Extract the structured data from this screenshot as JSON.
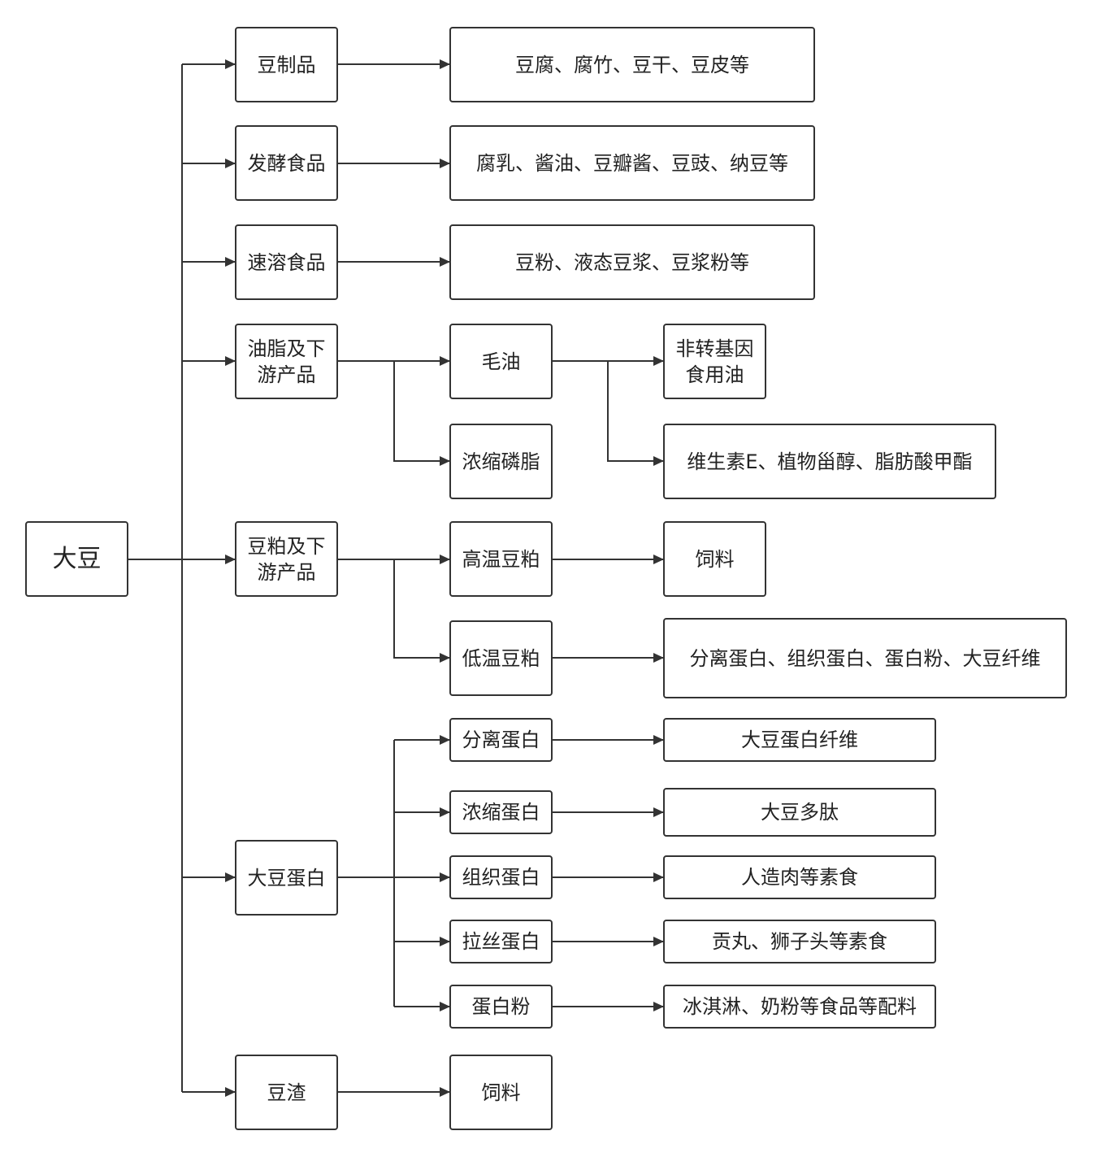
{
  "root": {
    "label": "大豆"
  },
  "categories": {
    "soy_products": "豆制品",
    "fermented": "发酵食品",
    "instant": "速溶食品",
    "oil": "油脂及下\n游产品",
    "meal": "豆粕及下\n游产品",
    "protein": "大豆蛋白",
    "okara": "豆渣"
  },
  "products": {
    "soy_products_items": "豆腐、腐竹、豆干、豆皮等",
    "fermented_items": "腐乳、酱油、豆瓣酱、豆豉、纳豆等",
    "instant_items": "豆粉、液态豆浆、豆浆粉等",
    "crude_oil": "毛油",
    "concentrated_phospholipid": "浓缩磷脂",
    "non_gmo_oil": "非转基因\n食用油",
    "oil_derivatives": "维生素E、植物甾醇、脂肪酸甲酯",
    "high_temp_meal": "高温豆粕",
    "low_temp_meal": "低温豆粕",
    "feed_meal": "饲料",
    "low_temp_products": "分离蛋白、组织蛋白、蛋白粉、大豆纤维",
    "isolate_protein": "分离蛋白",
    "concentrate_protein": "浓缩蛋白",
    "textured_protein": "组织蛋白",
    "drawn_protein": "拉丝蛋白",
    "protein_powder": "蛋白粉",
    "soy_fiber": "大豆蛋白纤维",
    "soy_peptide": "大豆多肽",
    "artificial_meat": "人造肉等素食",
    "gongwan": "贡丸、狮子头等素食",
    "ingredients": "冰淇淋、奶粉等食品等配料",
    "okara_feed": "饲料"
  },
  "colors": {
    "stroke": "#333333",
    "background": "#ffffff",
    "text": "#222222"
  }
}
